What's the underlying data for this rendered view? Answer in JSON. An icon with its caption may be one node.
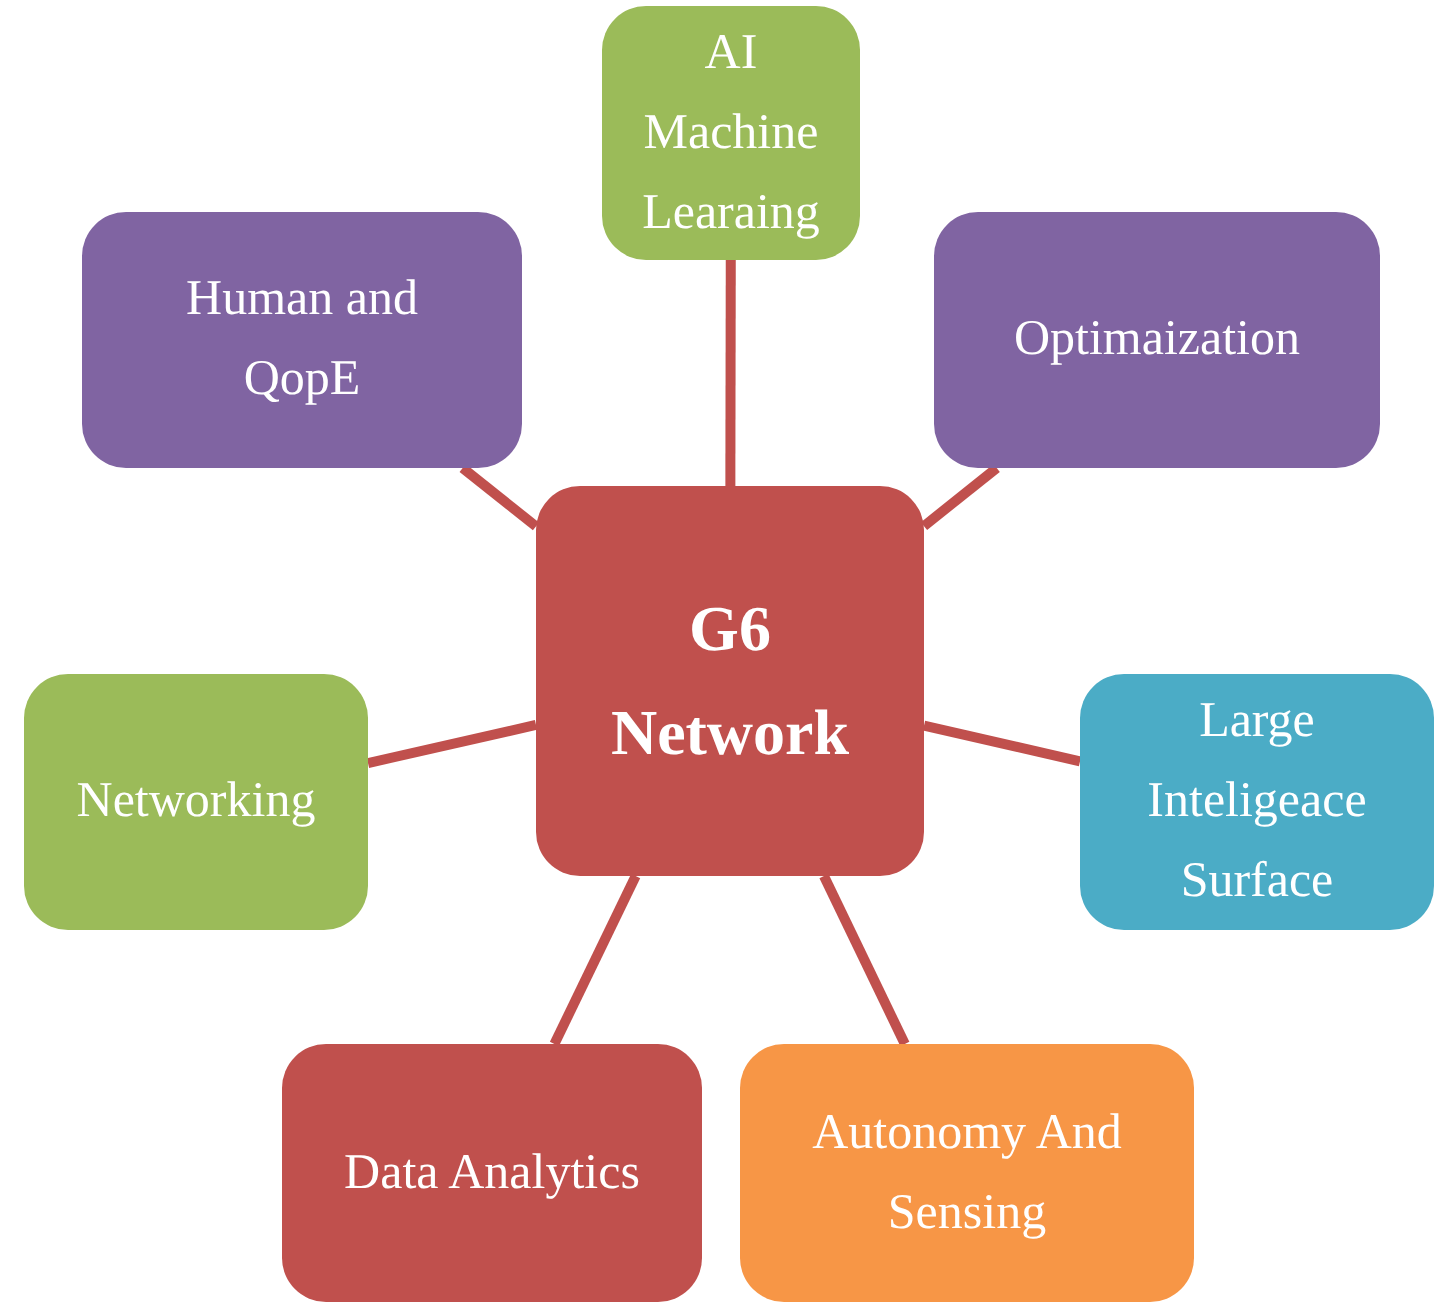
{
  "diagram": {
    "nodes": [
      {
        "text": [
          "G6 Network"
        ]
      },
      {
        "text": [
          "AI Machine Learaing"
        ]
      },
      {
        "text": [
          "Human and QopE"
        ]
      },
      {
        "text": [
          "Optimaization"
        ]
      },
      {
        "text": [
          "Networking"
        ]
      },
      {
        "text": [
          "Large Inteligeace Surface"
        ]
      },
      {
        "text": [
          "Data Analytics"
        ]
      },
      {
        "text": [
          "Autonomy And Sensing"
        ]
      }
    ],
    "edges": [
      {
        "from": 0,
        "to": 1,
        "arrow": "none"
      },
      {
        "from": 0,
        "to": 2,
        "arrow": "none"
      },
      {
        "from": 0,
        "to": 3,
        "arrow": "none"
      },
      {
        "from": 0,
        "to": 4,
        "arrow": "none"
      },
      {
        "from": 0,
        "to": 5,
        "arrow": "none"
      },
      {
        "from": 0,
        "to": 6,
        "arrow": "none"
      },
      {
        "from": 0,
        "to": 7,
        "arrow": "none"
      }
    ]
  }
}
